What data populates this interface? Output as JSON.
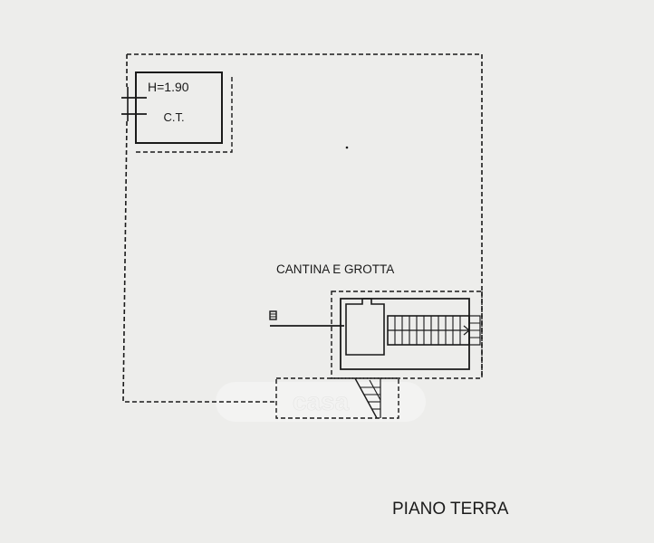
{
  "plan": {
    "ct_height_label": "H=1.90",
    "ct_label": "C.T.",
    "cellar_label": "CANTINA E GROTTA",
    "floor_label": "PIANO TERRA",
    "watermark": "casa"
  },
  "colors": {
    "ink": "#1a1a1a",
    "paper": "#f2f2f0"
  }
}
